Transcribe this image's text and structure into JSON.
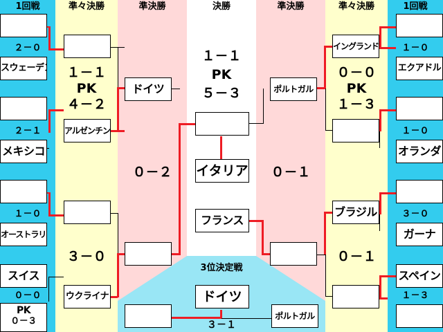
{
  "headers": {
    "r16_left": "1回戦",
    "qf_left": "準々決勝",
    "sf_left": "準決勝",
    "final": "決勝",
    "sf_right": "準決勝",
    "qf_right": "準々決勝",
    "r16_right": "1回戦"
  },
  "r16_left": [
    {
      "top": "",
      "score": "２－０",
      "bottom": "スウェーデン"
    },
    {
      "top": "",
      "score": "２－１",
      "bottom": "メキシコ"
    },
    {
      "top": "",
      "score": "１－０",
      "bottom": "オーストラリア"
    },
    {
      "top": "スイス",
      "score": "０－０",
      "pk_label": "PK",
      "pk_score": "０－３",
      "bottom": ""
    }
  ],
  "r16_right": [
    {
      "top": "",
      "score": "１－０",
      "bottom": "エクアドル"
    },
    {
      "top": "",
      "score": "１－０",
      "bottom": "オランダ"
    },
    {
      "top": "",
      "score": "３－０",
      "bottom": "ガーナ"
    },
    {
      "top": "スペイン",
      "score": "１－３",
      "bottom": ""
    }
  ],
  "qf_left": [
    {
      "top": "",
      "score_line1": "１－１",
      "score_line2": "PK",
      "score_line3": "４－２",
      "bottom": "アルゼンチン"
    },
    {
      "top": "",
      "score": "３－０",
      "bottom": "ウクライナ"
    }
  ],
  "qf_right": [
    {
      "top": "イングランド",
      "score_line1": "０－０",
      "score_line2": "PK",
      "score_line3": "１－３",
      "bottom": ""
    },
    {
      "top": "ブラジル",
      "score": "０－１",
      "bottom": ""
    }
  ],
  "sf_left": {
    "top": "ドイツ",
    "score": "０－２",
    "bottom": ""
  },
  "sf_right": {
    "top": "ポルトガル",
    "score": "０－１",
    "bottom": ""
  },
  "final": {
    "score_line1": "１－１",
    "score_line2": "PK",
    "score_line3": "５－３",
    "top": "",
    "champion": "イタリア",
    "bottom": "フランス"
  },
  "third_place": {
    "label": "3位決定戦",
    "winner": "ドイツ",
    "left": "",
    "right": "ポルトガル",
    "score": "３－１"
  },
  "colors": {
    "round1": "#33ccee",
    "quarterfinal": "#ffffcc",
    "semifinal": "#ffd9d9",
    "third_place": "#99e6f5",
    "winner_line": "#ee1c24"
  }
}
